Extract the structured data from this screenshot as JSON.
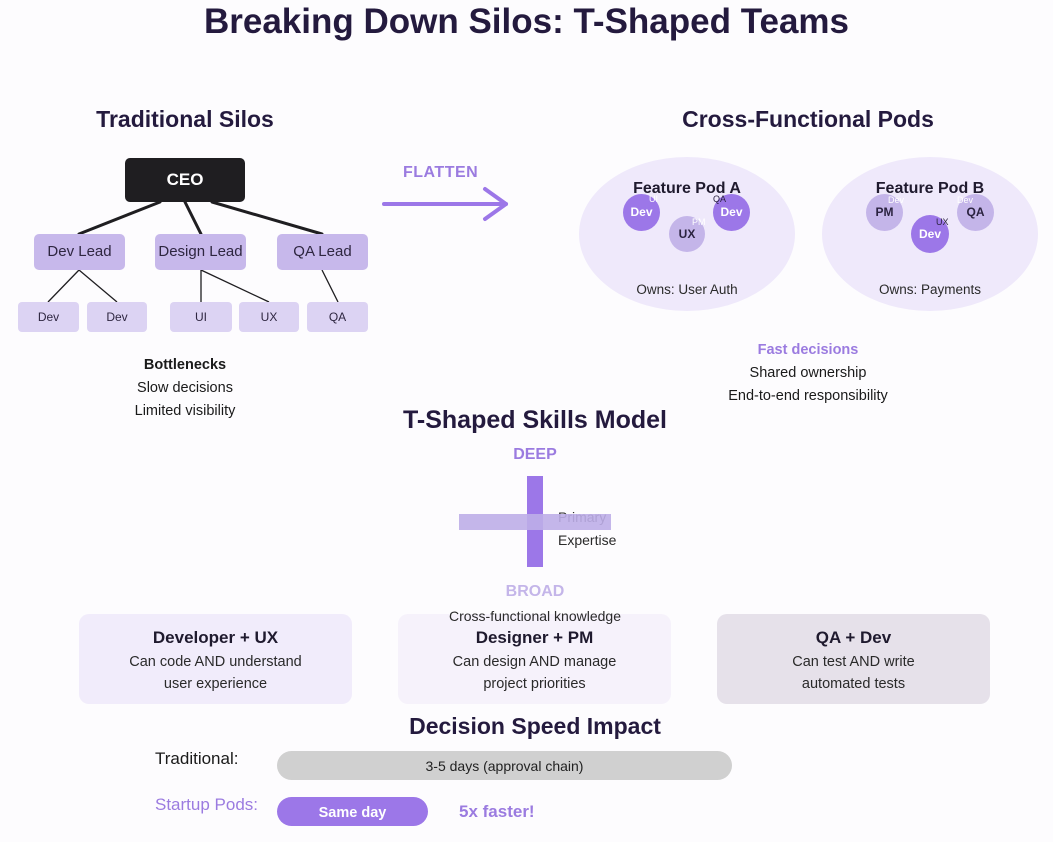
{
  "title": "Breaking Down Silos: T-Shaped Teams",
  "traditional": {
    "heading": "Traditional Silos",
    "ceo": "CEO",
    "leads": [
      "Dev Lead",
      "Design Lead",
      "QA Lead"
    ],
    "members": [
      "Dev",
      "Dev",
      "UI",
      "UX",
      "QA"
    ],
    "notes": {
      "title": "Bottlenecks",
      "lines": [
        "Slow decisions",
        "Limited visibility"
      ]
    }
  },
  "transition": {
    "label": "FLATTEN"
  },
  "pods": {
    "heading": "Cross-Functional Pods",
    "items": [
      {
        "name": "Feature Pod A",
        "owns": "Owns: User Auth",
        "members": [
          {
            "label": "Dev",
            "tag": "UI"
          },
          {
            "label": "Dev",
            "tag": "QA"
          },
          {
            "label": "UX",
            "tag": "PM"
          }
        ]
      },
      {
        "name": "Feature Pod B",
        "owns": "Owns: Payments",
        "members": [
          {
            "label": "PM",
            "tag": "Dev"
          },
          {
            "label": "QA",
            "tag": "Dev"
          },
          {
            "label": "Dev",
            "tag": "UX"
          }
        ]
      }
    ],
    "notes": {
      "title": "Fast decisions",
      "lines": [
        "Shared ownership",
        "End-to-end responsibility"
      ]
    }
  },
  "tshape": {
    "heading": "T-Shaped Skills Model",
    "deep": "DEEP",
    "broad": "BROAD",
    "primary": "Primary",
    "expertise": "Expertise",
    "cross": "Cross-functional knowledge"
  },
  "cards": [
    {
      "title": "Developer + UX",
      "lines": [
        "Can code AND understand",
        "user experience"
      ]
    },
    {
      "title": "Designer + PM",
      "lines": [
        "Can design AND manage",
        "project priorities"
      ]
    },
    {
      "title": "QA + Dev",
      "lines": [
        "Can test AND write",
        "automated tests"
      ]
    }
  ],
  "speed": {
    "heading": "Decision Speed Impact",
    "traditional_label": "Traditional:",
    "traditional_value": "3-5 days (approval chain)",
    "pods_label": "Startup Pods:",
    "pods_value": "Same day",
    "gain": "5x faster!"
  },
  "colors": {
    "accent": "#9c77e8",
    "accent_light": "#c4b5e9",
    "lead_box": "#c7b8eb",
    "member_box": "#dcd3f3",
    "ceo_box": "#1f1e21",
    "pod_bg": "#efe9fb",
    "card_a": "#f1ecfb",
    "card_b": "#f6f2fb",
    "card_c": "#e6e1ea",
    "bar_traditional": "#d0d0d0"
  }
}
